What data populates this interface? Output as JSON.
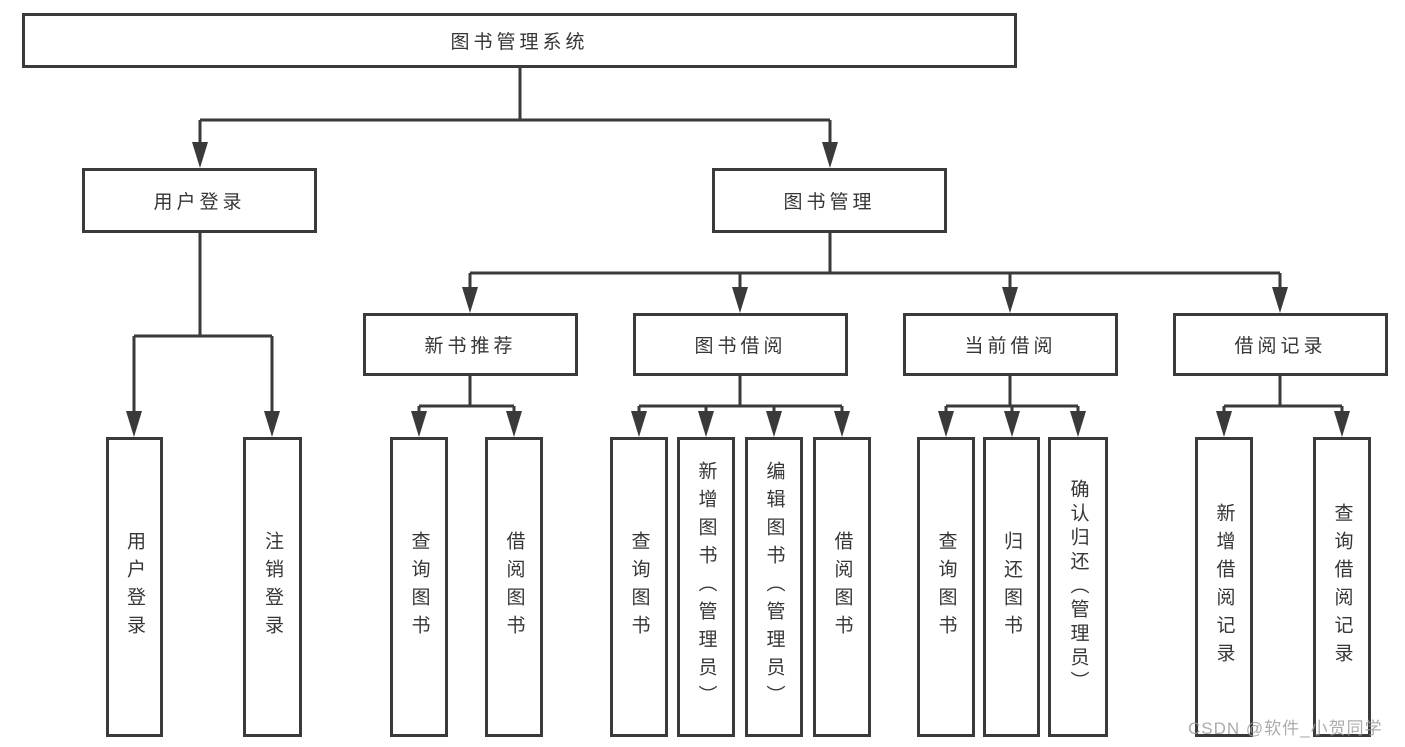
{
  "tree": {
    "root": {
      "label": "图书管理系统",
      "children": [
        {
          "label": "用户登录",
          "children": [
            {
              "label": "用户登录"
            },
            {
              "label": "注销登录"
            }
          ]
        },
        {
          "label": "图书管理",
          "children": [
            {
              "label": "新书推荐",
              "children": [
                {
                  "label": "查询图书"
                },
                {
                  "label": "借阅图书"
                }
              ]
            },
            {
              "label": "图书借阅",
              "children": [
                {
                  "label": "查询图书"
                },
                {
                  "label": "新增图书（管理员）"
                },
                {
                  "label": "编辑图书（管理员）"
                },
                {
                  "label": "借阅图书"
                }
              ]
            },
            {
              "label": "当前借阅",
              "children": [
                {
                  "label": "查询图书"
                },
                {
                  "label": "归还图书"
                },
                {
                  "label": "确认归还（管理员）"
                }
              ]
            },
            {
              "label": "借阅记录",
              "children": [
                {
                  "label": "新增借阅记录"
                },
                {
                  "label": "查询借阅记录"
                }
              ]
            }
          ]
        }
      ]
    }
  },
  "watermark": "CSDN @软件_小贺同学",
  "colors": {
    "line": "#3a3a3a",
    "box_border": "#3a3a3a",
    "text": "#363636",
    "watermark": "#9e9e9e",
    "background": "#ffffff"
  }
}
